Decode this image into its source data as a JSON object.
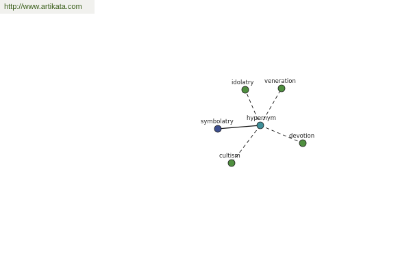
{
  "header": {
    "url": "http://www.artikata.com"
  },
  "graph": {
    "center": {
      "label": "hypernym",
      "color": "#3f8f99"
    },
    "nodes": [
      {
        "label": "idolatry",
        "color": "#4f8f3f",
        "edge": "dashed"
      },
      {
        "label": "veneration",
        "color": "#4f8f3f",
        "edge": "dashed"
      },
      {
        "label": "symbolatry",
        "color": "#3d4f8f",
        "edge": "solid"
      },
      {
        "label": "devotion",
        "color": "#4f8f3f",
        "edge": "dashed"
      },
      {
        "label": "cultism",
        "color": "#4f8f3f",
        "edge": "dashed"
      }
    ]
  }
}
